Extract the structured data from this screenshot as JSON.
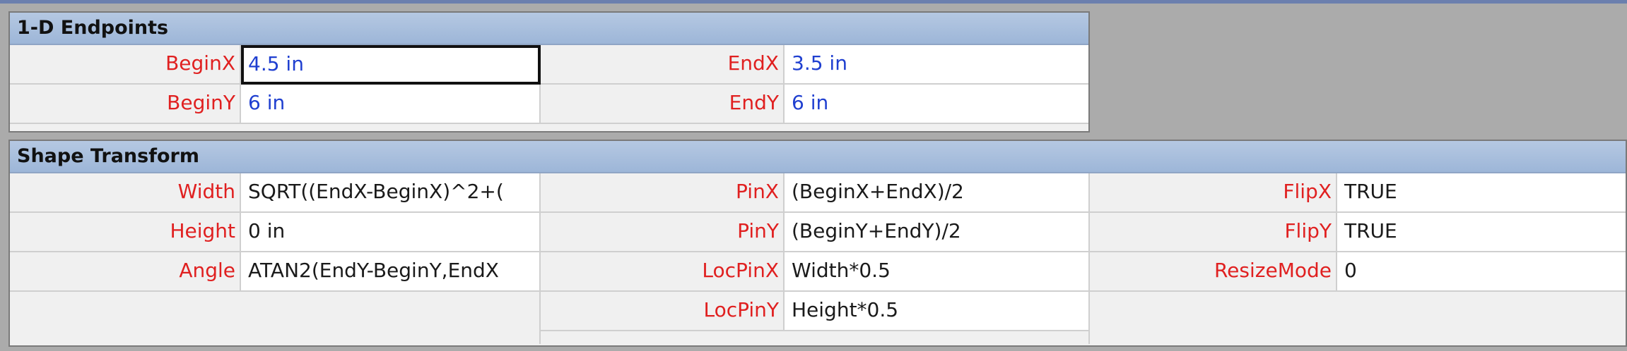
{
  "sections": {
    "endpoints": {
      "title": "1-D Endpoints",
      "rows": [
        {
          "l1": "BeginX",
          "v1": "4.5 in",
          "l2": "EndX",
          "v2": "3.5 in"
        },
        {
          "l1": "BeginY",
          "v1": "6 in",
          "l2": "EndY",
          "v2": "6 in"
        }
      ]
    },
    "transform": {
      "title": "Shape Transform",
      "rows": [
        {
          "l1": "Width",
          "v1": "SQRT((EndX-BeginX)^2+(",
          "l2": "PinX",
          "v2": "(BeginX+EndX)/2",
          "l3": "FlipX",
          "v3": "TRUE"
        },
        {
          "l1": "Height",
          "v1": "0 in",
          "l2": "PinY",
          "v2": "(BeginY+EndY)/2",
          "l3": "FlipY",
          "v3": "TRUE"
        },
        {
          "l1": "Angle",
          "v1": "ATAN2(EndY-BeginY,EndX",
          "l2": "LocPinX",
          "v2": "Width*0.5",
          "l3": "ResizeMode",
          "v3": "0"
        },
        {
          "l1": "",
          "v1": "",
          "l2": "LocPinY",
          "v2": "Height*0.5",
          "l3": "",
          "v3": ""
        }
      ]
    }
  },
  "colors": {
    "label": "#e02020",
    "value_blue": "#1f3fd0",
    "header": "#a9bfde"
  }
}
